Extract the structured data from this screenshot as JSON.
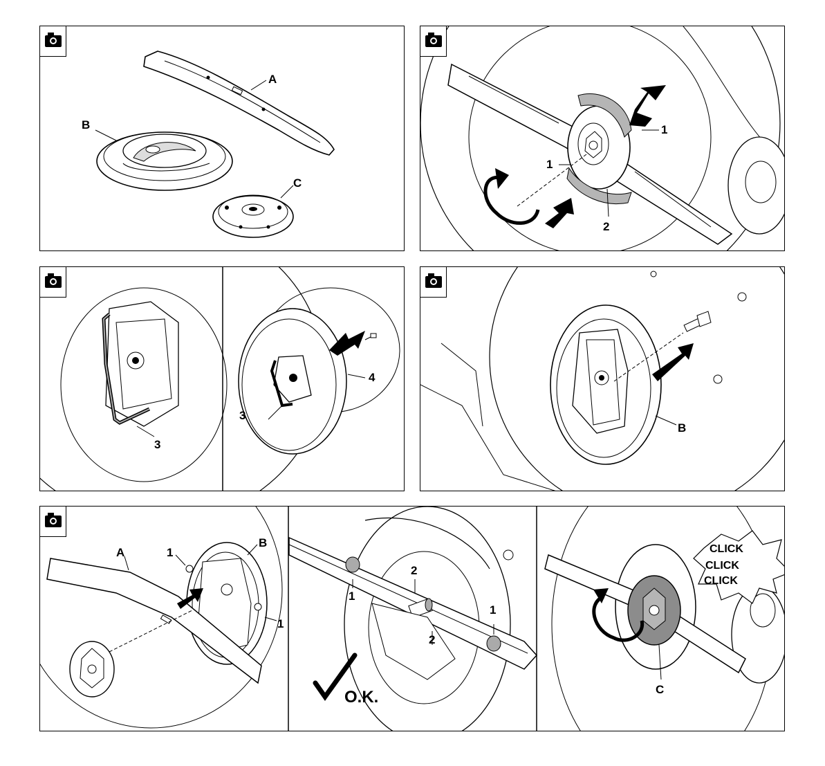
{
  "panels": [
    {
      "id": "p1",
      "labels": {
        "blade": "A",
        "disc": "B",
        "hub": "C"
      }
    },
    {
      "id": "p2",
      "labels": {
        "lever_top": "1",
        "lever_left": "1",
        "lever_bottom": "2"
      }
    },
    {
      "id": "p3",
      "labels": {
        "hex_key_left": "3",
        "hex_key_right": "3",
        "screw": "4"
      }
    },
    {
      "id": "p4",
      "labels": {
        "disc": "B"
      }
    },
    {
      "id": "p5",
      "labels": {
        "blade": "A",
        "disc": "B",
        "pin_top": "1",
        "pin_right": "1",
        "pin_a": "1",
        "pin_b": "1",
        "pin_c": "2",
        "pin_d": "2",
        "ok": "O.K.",
        "hub": "C"
      },
      "click_text": [
        "CLICK",
        "CLICK",
        "CLICK"
      ]
    }
  ],
  "colors": {
    "line": "#000000",
    "shade": "#b5b5b5",
    "shade_dark": "#8c8c8c",
    "paper": "#ffffff"
  },
  "icons": [
    "camera-icon"
  ]
}
